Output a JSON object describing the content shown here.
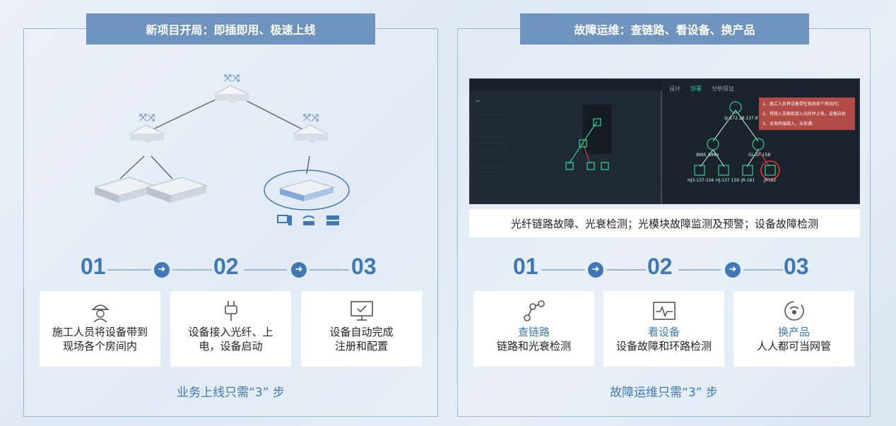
{
  "left": {
    "title": "新项目开局：即插即用、极速上线",
    "steps": [
      "01",
      "02",
      "03"
    ],
    "cards": [
      {
        "line1": "施工人员将设备带到",
        "line2": "现场各个房间内",
        "icon": "worker-helmet-icon"
      },
      {
        "line1": "设备接入光纤、上",
        "line2": "电，设备启动",
        "icon": "power-plug-icon"
      },
      {
        "line1": "设备自动完成",
        "line2": "注册和配置",
        "icon": "monitor-check-icon"
      }
    ],
    "footer": "业务上线只需“3” 步"
  },
  "right": {
    "title": "故障运维：查链路、看设备、换产品",
    "caption": "光纤链路故障、光衰检测；光模块故障监测及预警；设备故障检测",
    "screenshot": {
      "tabs": [
        "设计",
        "部署",
        "分析保证"
      ],
      "warning": [
        "1、施工人员将设备带往现场各个房间内；",
        "2、将接入交换机接入光纤并上电，设备启机",
        "3、业务终端接入，业务通；"
      ],
      "nodes": [
        "ip:172.18.137.8",
        "IBNS_S86e",
        "GL-ZF-158",
        "HJ3-137-156",
        "HJ-137 159",
        "JR-161",
        "JR162"
      ]
    },
    "steps": [
      "01",
      "02",
      "03"
    ],
    "cards": [
      {
        "line1": "查链路",
        "line2": "链路和光衰检测",
        "icon": "link-path-icon"
      },
      {
        "line1": "看设备",
        "line2": "设备故障和环路检测",
        "icon": "pulse-monitor-icon"
      },
      {
        "line1": "换产品",
        "line2": "人人都可当网管",
        "icon": "swap-device-icon"
      }
    ],
    "footer": "故障运维只需“3” 步"
  },
  "colors": {
    "accent": "#3f78b5",
    "title_bar": "#6f93bf",
    "warn": "#b24a45"
  }
}
